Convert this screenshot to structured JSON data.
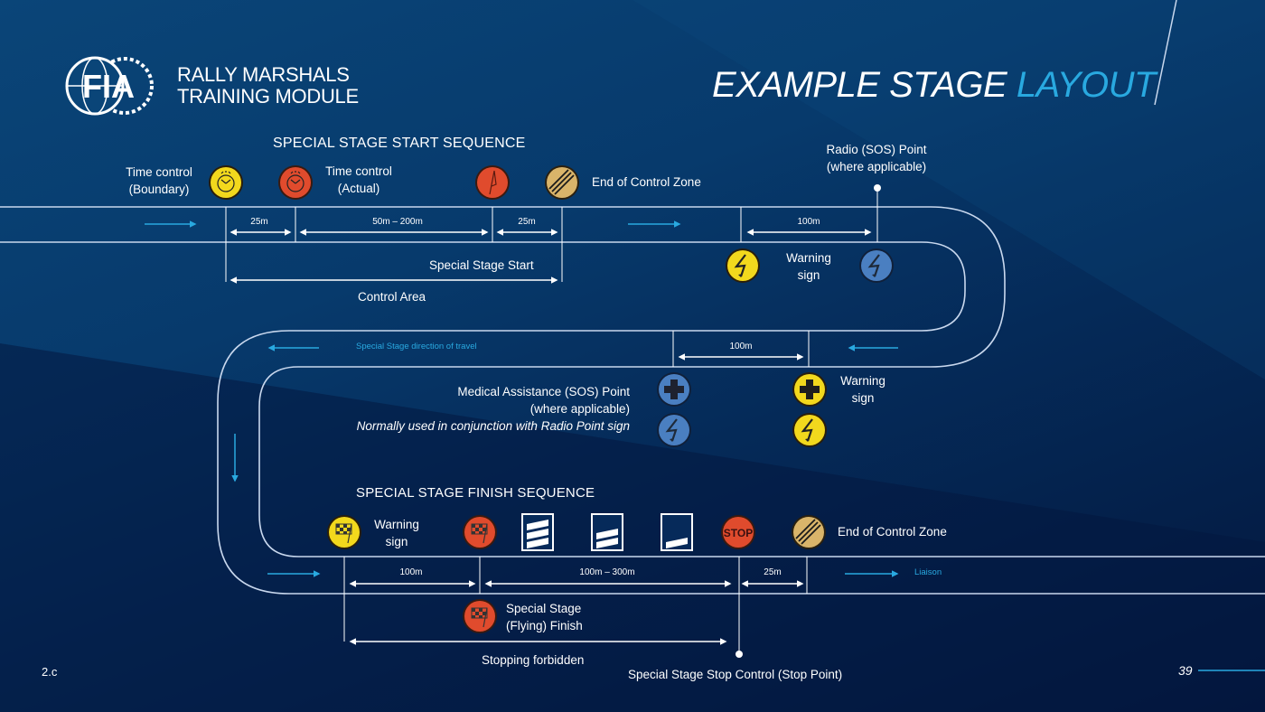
{
  "header": {
    "logo_text": "FIA",
    "module_line1": "RALLY MARSHALS",
    "module_line2": "TRAINING MODULE",
    "title_part1": "EXAMPLE STAGE ",
    "title_part2": "LAYOUT"
  },
  "colors": {
    "accent_blue": "#29a9e0",
    "sign_yellow": "#f2d81d",
    "sign_red": "#e04b2d",
    "sign_blue": "#4a7fc1",
    "sign_tan": "#d9b46a",
    "road_line": "#c9d8ee"
  },
  "start_sequence": {
    "heading": "SPECIAL STAGE START SEQUENCE",
    "time_control_boundary": [
      "Time control",
      "(Boundary)"
    ],
    "time_control_actual": [
      "Time control",
      "(Actual)"
    ],
    "end_control_zone": "End of Control Zone",
    "dims": [
      "25m",
      "50m – 200m",
      "25m"
    ],
    "special_stage_start": "Special Stage Start",
    "control_area": "Control Area",
    "signs": [
      {
        "name": "time-control-boundary-sign",
        "icon": "clock-icon",
        "color": "yellow"
      },
      {
        "name": "time-control-actual-sign",
        "icon": "clock-icon",
        "color": "red"
      },
      {
        "name": "stage-start-sign",
        "icon": "start-flag-icon",
        "color": "red"
      },
      {
        "name": "end-control-zone-sign",
        "icon": "end-zone-icon",
        "color": "tan"
      }
    ]
  },
  "radio_section": {
    "radio_point": [
      "Radio (SOS) Point",
      "(where applicable)"
    ],
    "dim": "100m",
    "warning_sign": [
      "Warning",
      "sign"
    ]
  },
  "middle": {
    "direction_label": "Special Stage direction of travel",
    "dim": "100m",
    "medical_point": [
      "Medical Assistance (SOS) Point",
      "(where applicable)"
    ],
    "medical_note": "Normally used in conjunction with Radio Point sign",
    "warning_sign": [
      "Warning",
      "sign"
    ]
  },
  "finish_sequence": {
    "heading": "SPECIAL STAGE FINISH SEQUENCE",
    "warning_sign": [
      "Warning",
      "sign"
    ],
    "end_control_zone": "End of Control Zone",
    "stop_label": "STOP",
    "dims": [
      "100m",
      "100m – 300m",
      "25m"
    ],
    "liaison": "Liaison",
    "flying_finish": [
      "Special Stage",
      "(Flying) Finish"
    ],
    "stopping_forbidden": "Stopping forbidden",
    "stop_control": "Special Stage Stop Control (Stop Point)"
  },
  "footer": {
    "section": "2.c",
    "page": "39"
  }
}
